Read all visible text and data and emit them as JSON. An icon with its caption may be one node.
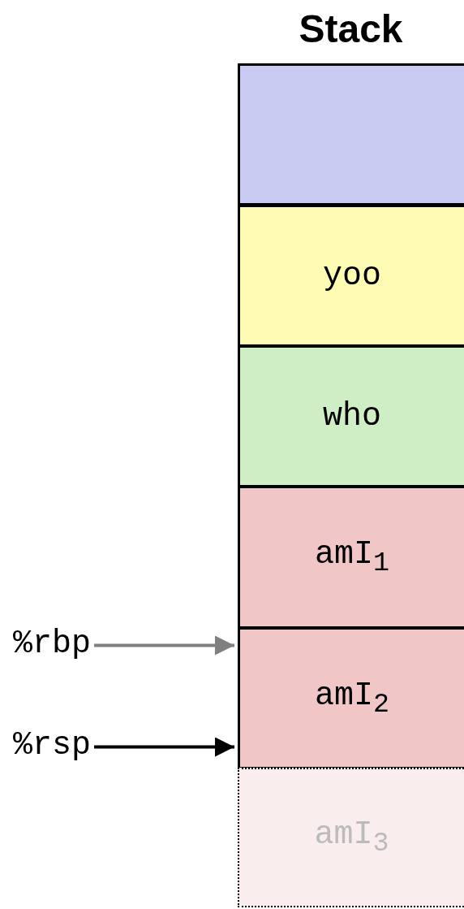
{
  "diagram": {
    "title": "Stack",
    "nodes": [
      {
        "text": [],
        "shape": "box"
      },
      {
        "text": [
          "yoo"
        ]
      },
      {
        "text": [
          "who"
        ]
      },
      {
        "text": [
          "amI$_{1}$"
        ]
      },
      {
        "text": [
          "amI$_{2}$"
        ]
      },
      {
        "text": [
          "amI$_{3}$"
        ]
      },
      {
        "text": [
          "%rbp"
        ]
      },
      {
        "text": [
          "%rsp"
        ]
      }
    ],
    "edges": [
      {
        "from": 6,
        "to": 4,
        "arrow": "to",
        "color": "#808080"
      },
      {
        "from": 7,
        "to": 4,
        "arrow": "to",
        "color": "#000000"
      }
    ]
  }
}
